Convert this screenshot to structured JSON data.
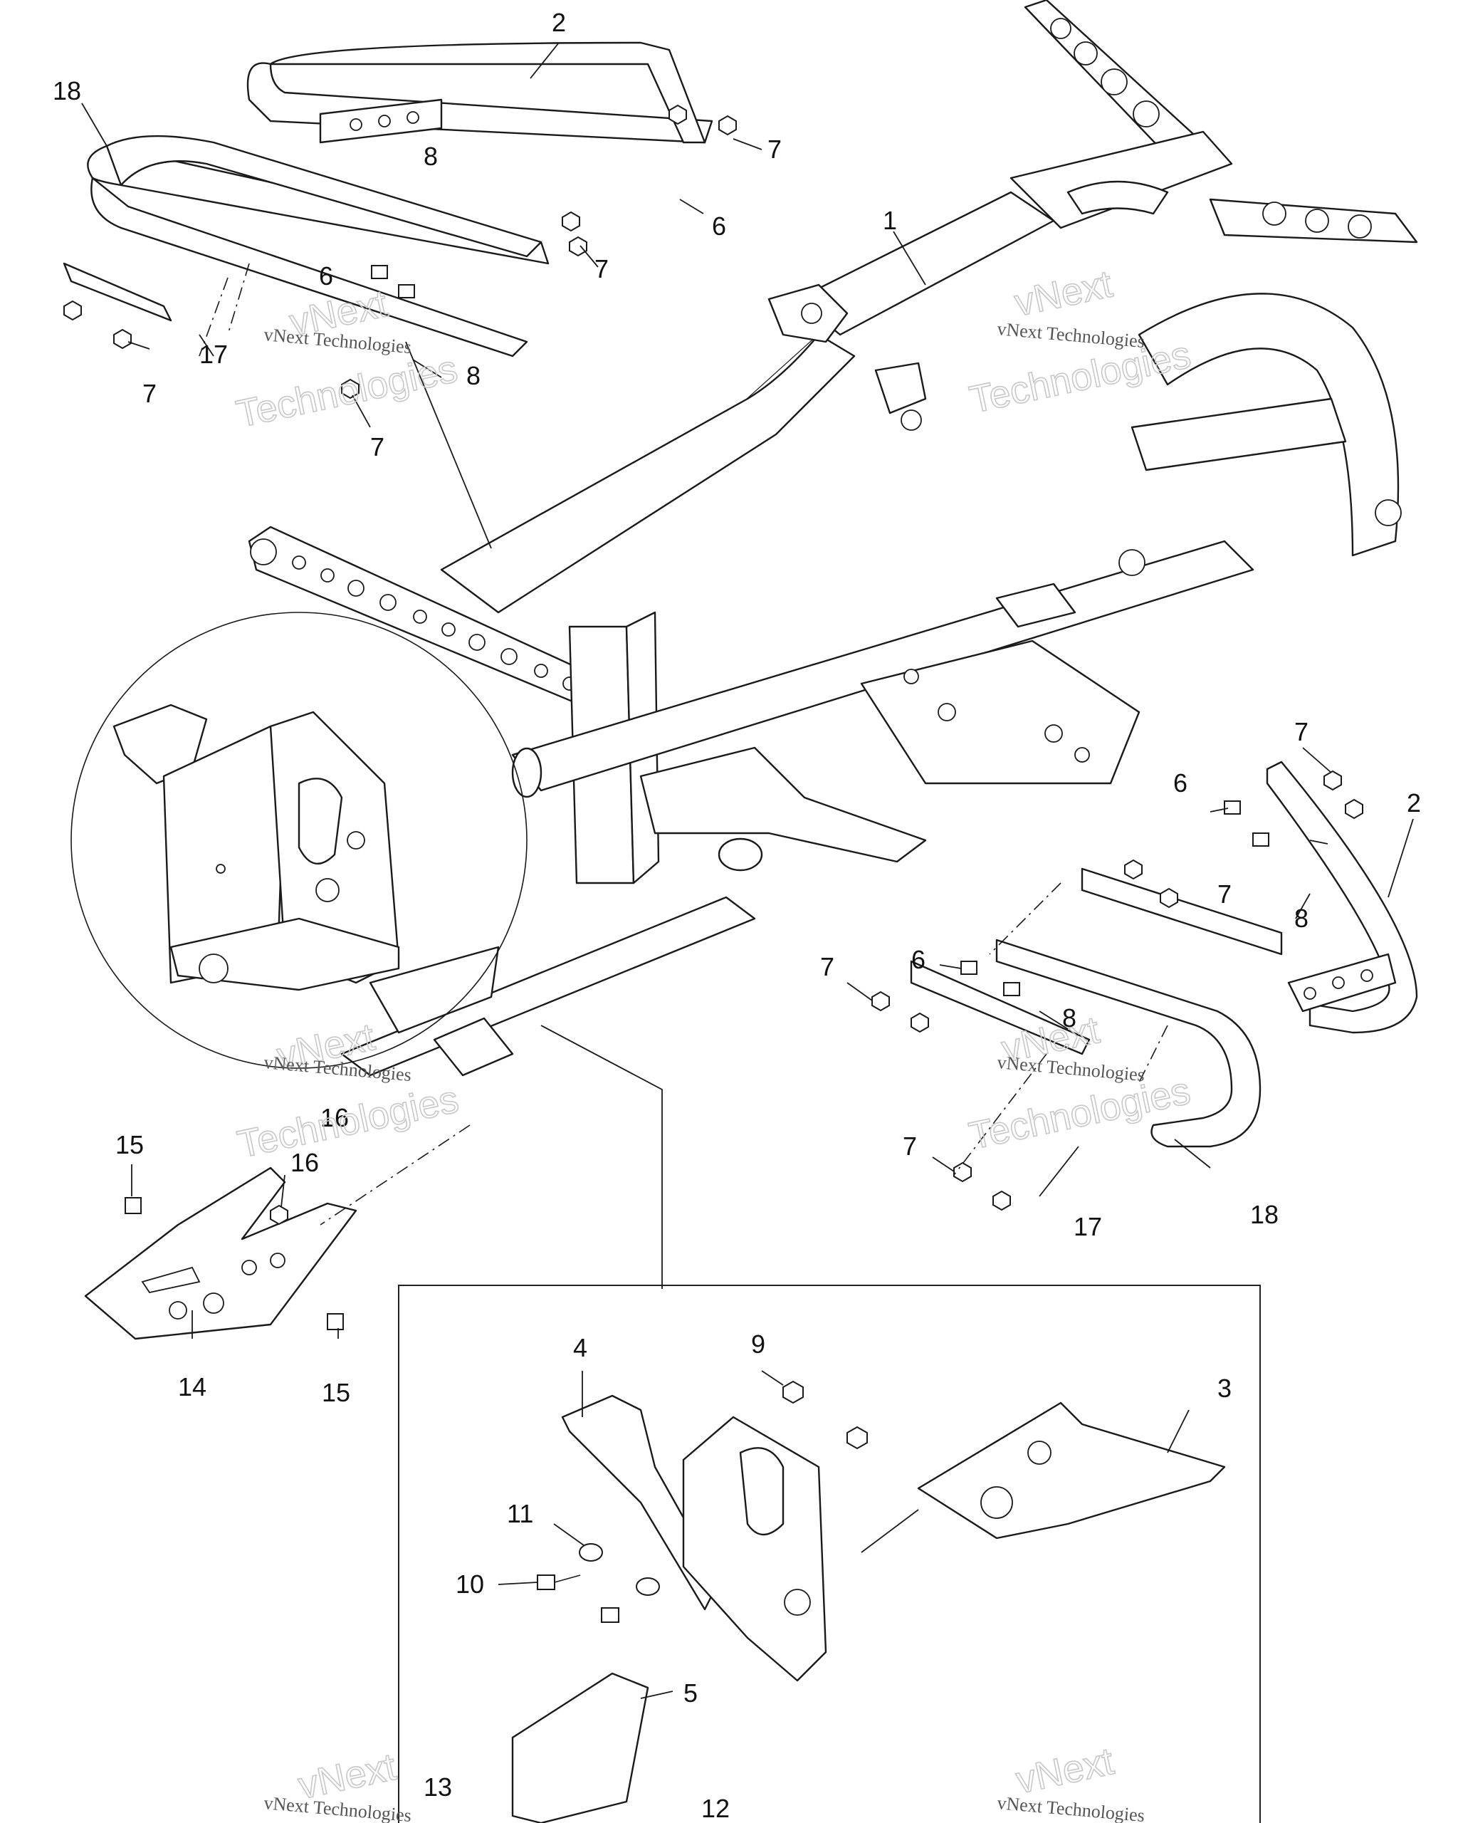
{
  "callouts": {
    "c1": "1",
    "c2_top": "2",
    "c2_right": "2",
    "c3": "3",
    "c4": "4",
    "c5": "5",
    "c6_a": "6",
    "c6_b": "6",
    "c6_c": "6",
    "c6_d": "6",
    "c7_a": "7",
    "c7_b": "7",
    "c7_c": "7",
    "c7_d": "7",
    "c7_e": "7",
    "c7_f": "7",
    "c7_g": "7",
    "c7_h": "7",
    "c8_a": "8",
    "c8_b": "8",
    "c8_c": "8",
    "c8_d": "8",
    "c9": "9",
    "c10": "10",
    "c11": "11",
    "c12": "12",
    "c13": "13",
    "c14": "14",
    "c15_a": "15",
    "c15_b": "15",
    "c16_a": "16",
    "c16_b": "16",
    "c17_a": "17",
    "c17_b": "17",
    "c18_a": "18",
    "c18_b": "18"
  },
  "watermark": {
    "brand": "vNext Technologies",
    "big_top": "vNext",
    "big_bottom": "Technologies"
  }
}
